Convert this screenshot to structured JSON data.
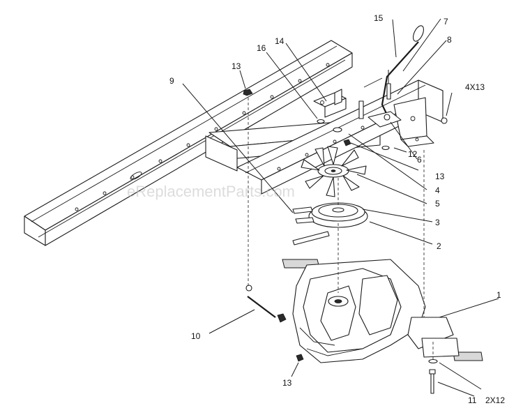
{
  "watermark": "eReplacementParts.com",
  "callouts": {
    "c1": "1",
    "c2": "2",
    "c3": "3",
    "c4": "4",
    "c5": "5",
    "c6": "6",
    "c7": "7",
    "c8": "8",
    "c9": "9",
    "c10": "10",
    "c11": "11",
    "c2x12": "2X12",
    "c12": "12",
    "c13a": "13",
    "c13b": "13",
    "c13c": "13",
    "c4x13": "4X13",
    "c14": "14",
    "c15": "15",
    "c16": "16"
  }
}
